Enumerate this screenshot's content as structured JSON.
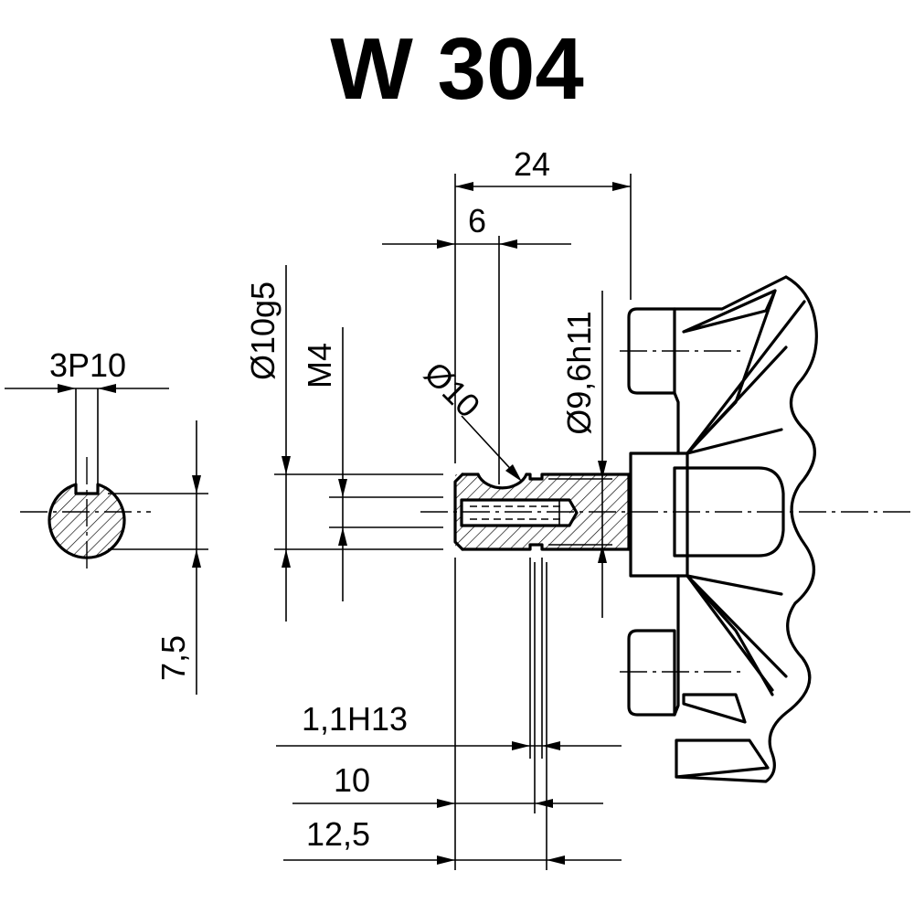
{
  "title": "W 304",
  "dimensions": {
    "d24": "24",
    "d6": "6",
    "key": "3P10",
    "shaft_dia": "Ø10g5",
    "thread": "M4",
    "bore_dia": "Ø10",
    "groove_dia": "Ø9,6h11",
    "key_height": "7,5",
    "groove_width": "1,1H13",
    "d10": "10",
    "d12_5": "12,5"
  }
}
